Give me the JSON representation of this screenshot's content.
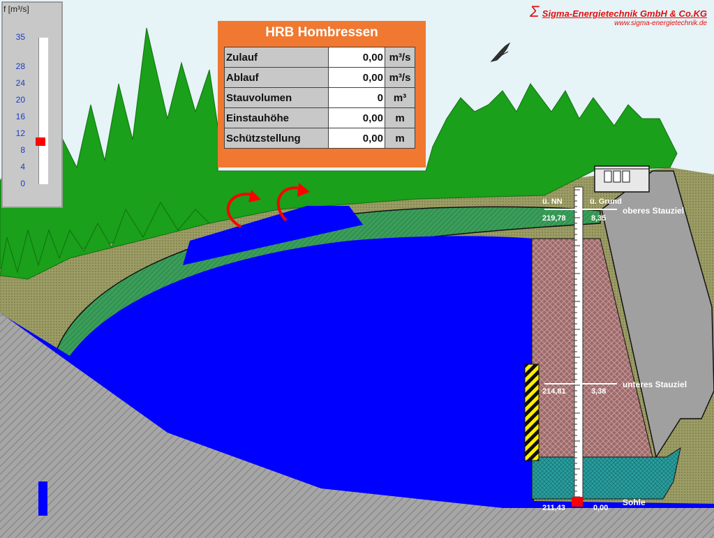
{
  "gauge": {
    "title": "f [m³/s]",
    "ticks": [
      "35",
      "28",
      "24",
      "20",
      "16",
      "12",
      "8",
      "4",
      "0"
    ],
    "max": 35,
    "fill_value": 8.2,
    "marker_value": 10.2
  },
  "info": {
    "title": "HRB Hombressen",
    "rows": [
      {
        "label": "Zulauf",
        "value": "0,00",
        "unit": "m³/s"
      },
      {
        "label": "Ablauf",
        "value": "0,00",
        "unit": "m³/s"
      },
      {
        "label": "Stauvolumen",
        "value": "0",
        "unit": "m³"
      },
      {
        "label": "Einstauhöhe",
        "value": "0,00",
        "unit": "m"
      },
      {
        "label": "Schützstellung",
        "value": "0,00",
        "unit": "m"
      }
    ]
  },
  "logo": {
    "sigma": "Σ",
    "name": "Sigma-Energietechnik GmbH & Co.KG",
    "url": "www.sigma-energietechnik.de"
  },
  "scale": {
    "header_nn": "ü. NN",
    "header_grund": "ü. Grund",
    "upper": {
      "label": "oberes Stauziel",
      "nn": "219,78",
      "grund": "8,35"
    },
    "lower": {
      "label": "unteres Stauziel",
      "nn": "214,81",
      "grund": "3,38"
    },
    "bottom": {
      "label": "Sohle",
      "nn": "211,43",
      "grund": "0,00"
    }
  },
  "colors": {
    "water": "#0000ff",
    "forest": "#1a9e1a",
    "ground": "#9c9c66",
    "rock": "#a8a8a8",
    "embankment": "#3aa060",
    "info_bg": "#f07830",
    "marker": "#ff0000"
  }
}
